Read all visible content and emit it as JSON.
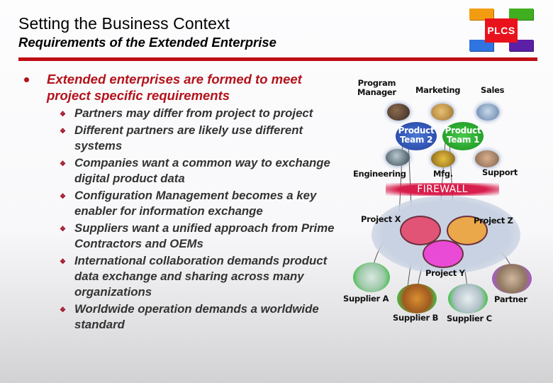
{
  "header": {
    "title": "Setting the Business Context",
    "subtitle": "Requirements of the Extended Enterprise",
    "logo_text": "PLCS",
    "rule_color": "#bf0d14"
  },
  "content": {
    "main_bullet": "Extended enterprises are formed to meet project specific requirements",
    "sub_bullets": [
      "Partners may differ from project to project",
      "Different partners are likely use different systems",
      "Companies want a common way to exchange digital product data",
      "Configuration Management becomes a key enabler for information exchange",
      "Suppliers want a unified approach from Prime Contractors and OEMs",
      "International collaboration demands product data exchange and sharing across many organizations",
      "Worldwide operation demands a worldwide standard"
    ]
  },
  "diagram": {
    "roles_top": {
      "program_manager_l1": "Program",
      "program_manager_l2": "Manager",
      "marketing": "Marketing",
      "sales": "Sales"
    },
    "teams": {
      "team2_l1": "Product",
      "team2_l2": "Team 2",
      "team1_l1": "Product",
      "team1_l2": "Team 1"
    },
    "roles_mid": {
      "engineering": "Engineering",
      "mfg": "Mfg.",
      "support": "Support"
    },
    "firewall": "FIREWALL",
    "projects": {
      "x": "Project  X",
      "y": "Project  Y",
      "z": "Project  Z"
    },
    "partners": {
      "supplier_a": "Supplier A",
      "supplier_b": "Supplier B",
      "supplier_c": "Supplier C",
      "partner": "Partner"
    }
  }
}
